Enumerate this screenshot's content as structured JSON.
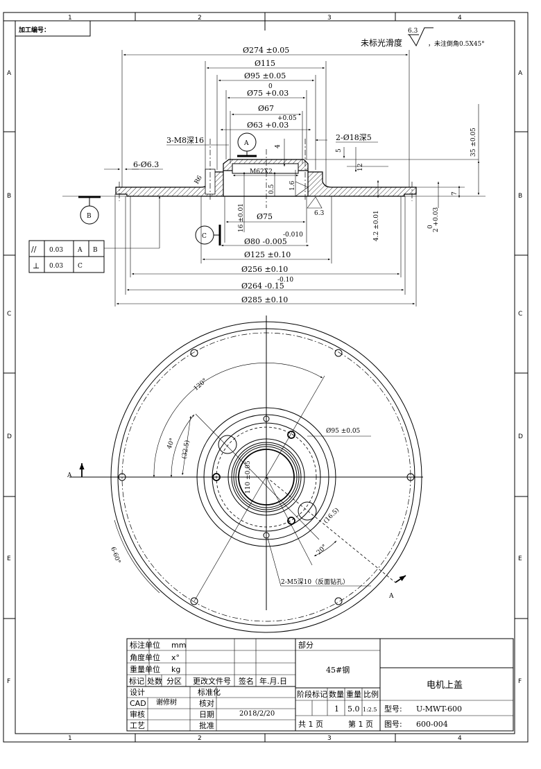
{
  "frame": {
    "columns": [
      "1",
      "2",
      "3",
      "4"
    ],
    "rows": [
      "A",
      "B",
      "C",
      "D",
      "E",
      "F"
    ],
    "process_no_label": "加工编号："
  },
  "notes": {
    "roughness_value": "6.3",
    "roughness_text": "未标光滑度",
    "chamfer_text": "，未注倒角0.5X45°"
  },
  "section_view": {
    "dims": {
      "d274": "Ø274 ±0.05",
      "d115": "Ø115",
      "d95": "Ø95 ±0.05",
      "d75_top_upper": "0",
      "d75_top": "Ø75 +0.03",
      "d67": "Ø67",
      "d63_upper": "+0.05",
      "d63": "Ø63 +0.03",
      "m8": "3-M8深16",
      "d18": "2-Ø18深5",
      "d63_holes": "6-Ø6.3",
      "r6": "R6",
      "m62": "M62X2",
      "dim4": "4",
      "dim5": "5",
      "dim12": "12",
      "dim35": "35 ±0.05",
      "dim7": "7",
      "dim05": "0.5",
      "dim16": "1.6",
      "dim16tol": "16 ±0.01",
      "dim42": "4.2 ±0.01",
      "dim2_upper": "0",
      "dim2": "2 +0.03",
      "d75_bottom": "Ø75",
      "d80_upper": "-0.010",
      "d80": "Ø80 -0.005",
      "d125": "Ø125 ±0.10",
      "d256": "Ø256 ±0.10",
      "d264_upper": "-0.10",
      "d264": "Ø264 -0.15",
      "d285": "Ø285 ±0.10",
      "roughness_63": "6.3"
    },
    "datums": {
      "a": "A",
      "b": "B",
      "c": "C"
    },
    "tolerance_frame": [
      {
        "symbol": "//",
        "value": "0.03",
        "ref1": "A",
        "ref2": "B"
      },
      {
        "symbol": "⊥",
        "value": "0.03",
        "ref1": "C"
      }
    ]
  },
  "plan_view": {
    "dims": {
      "a120": "120°",
      "a40": "40°",
      "d325": "(32.5)",
      "d110": "110 ±0.05",
      "d95": "Ø95 ±0.05",
      "d165": "(16.5)",
      "a20": "20°",
      "a6_60": "6-60°",
      "m5": "2-M5深10（反面钻孔）",
      "section_label_left": "A",
      "section_label_right": "A"
    }
  },
  "title_block": {
    "dim_unit_label": "标注单位",
    "dim_unit": "mm",
    "angle_unit_label": "角度单位",
    "angle_unit": "x°",
    "weight_unit_label": "重量单位",
    "weight_unit": "kg",
    "rev_headers": [
      "标记",
      "处数",
      "分区",
      "更改文件号",
      "签名",
      "年.月.日"
    ],
    "design_label": "设计",
    "cad_label": "CAD",
    "cad_name": "谢修树",
    "review_label": "审核",
    "process_label": "工艺",
    "standard_label": "标准化",
    "check_label": "核对",
    "date_label": "日期",
    "date": "2018/2/20",
    "approve_label": "批准",
    "part_label": "部分",
    "material": "45#钢",
    "stage_label": "阶段标记",
    "qty_label": "数量",
    "weight_label": "重量",
    "scale_label": "比例",
    "qty": "1",
    "weight": "5.0",
    "scale": "1:2.5",
    "total_pages": "共 1 页",
    "page": "第 1 页",
    "title": "电机上盖",
    "model_label": "型号:",
    "model": "U-MWT-600",
    "drawing_label": "图号:",
    "drawing_no": "600-004"
  }
}
